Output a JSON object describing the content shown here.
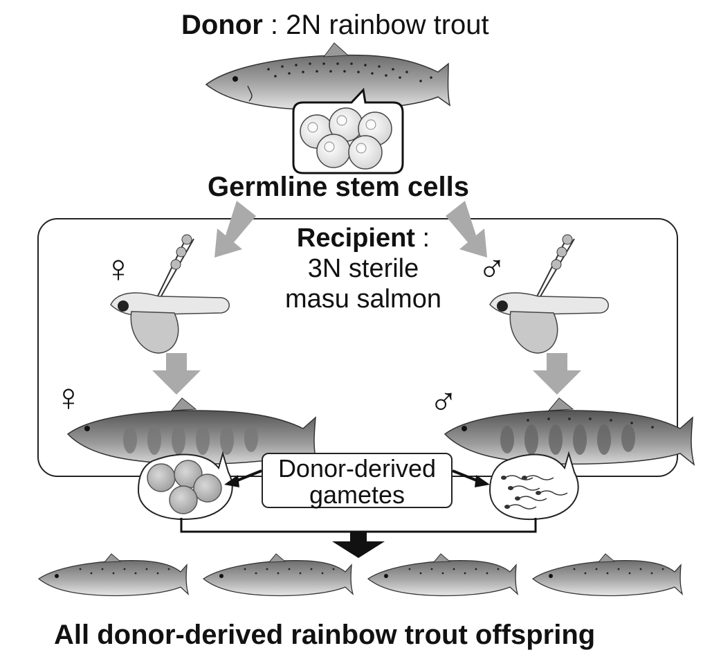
{
  "donor": {
    "label": "Donor",
    "separator": ":",
    "text": "2N rainbow trout"
  },
  "germline_label": "Germline stem cells",
  "recipient": {
    "label": "Recipient",
    "separator": ":",
    "line1": "3N sterile",
    "line2": "masu salmon"
  },
  "gametes": {
    "line1": "Donor-derived",
    "line2": "gametes"
  },
  "offspring_label": "All donor-derived rainbow trout offspring",
  "symbols": {
    "female": "♀",
    "male": "♂"
  },
  "colors": {
    "outline": "#222222",
    "arrow_gray": "#aaaaaa",
    "fish_fill": "#9a9a9a",
    "background": "#ffffff"
  }
}
